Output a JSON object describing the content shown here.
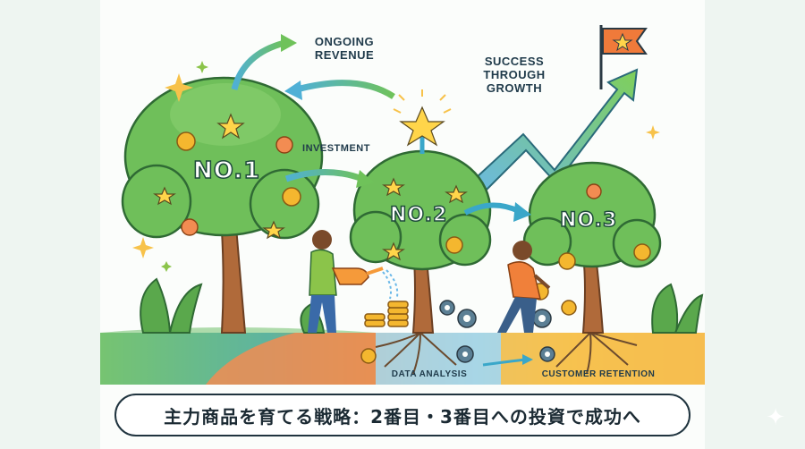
{
  "labels": {
    "ongoing_revenue_1": "ONGOING",
    "ongoing_revenue_2": "REVENUE",
    "success_1": "SUCCESS",
    "success_2": "THROUGH",
    "success_3": "GROWTH",
    "investment": "INVESTMENT",
    "data_analysis": "DATA ANALYSIS",
    "customer_retention": "CUSTOMER RETENTION"
  },
  "trees": {
    "tree1": "NO.1",
    "tree2": "NO.2",
    "tree3": "NO.3"
  },
  "caption": "主力商品を育てる戦略：2番目・3番目への投資で成功へ",
  "colors": {
    "leaf": "#6fbf5a",
    "leaf_dark": "#3f8e3a",
    "trunk": "#b06a3a",
    "arrow": "#3aa7c9",
    "coin": "#f4b72f",
    "flag": "#f07a3a"
  },
  "icons": [
    "star-icon",
    "coin-icon",
    "gear-icon",
    "flag-icon",
    "sparkle-icon",
    "growth-arrow-icon"
  ]
}
